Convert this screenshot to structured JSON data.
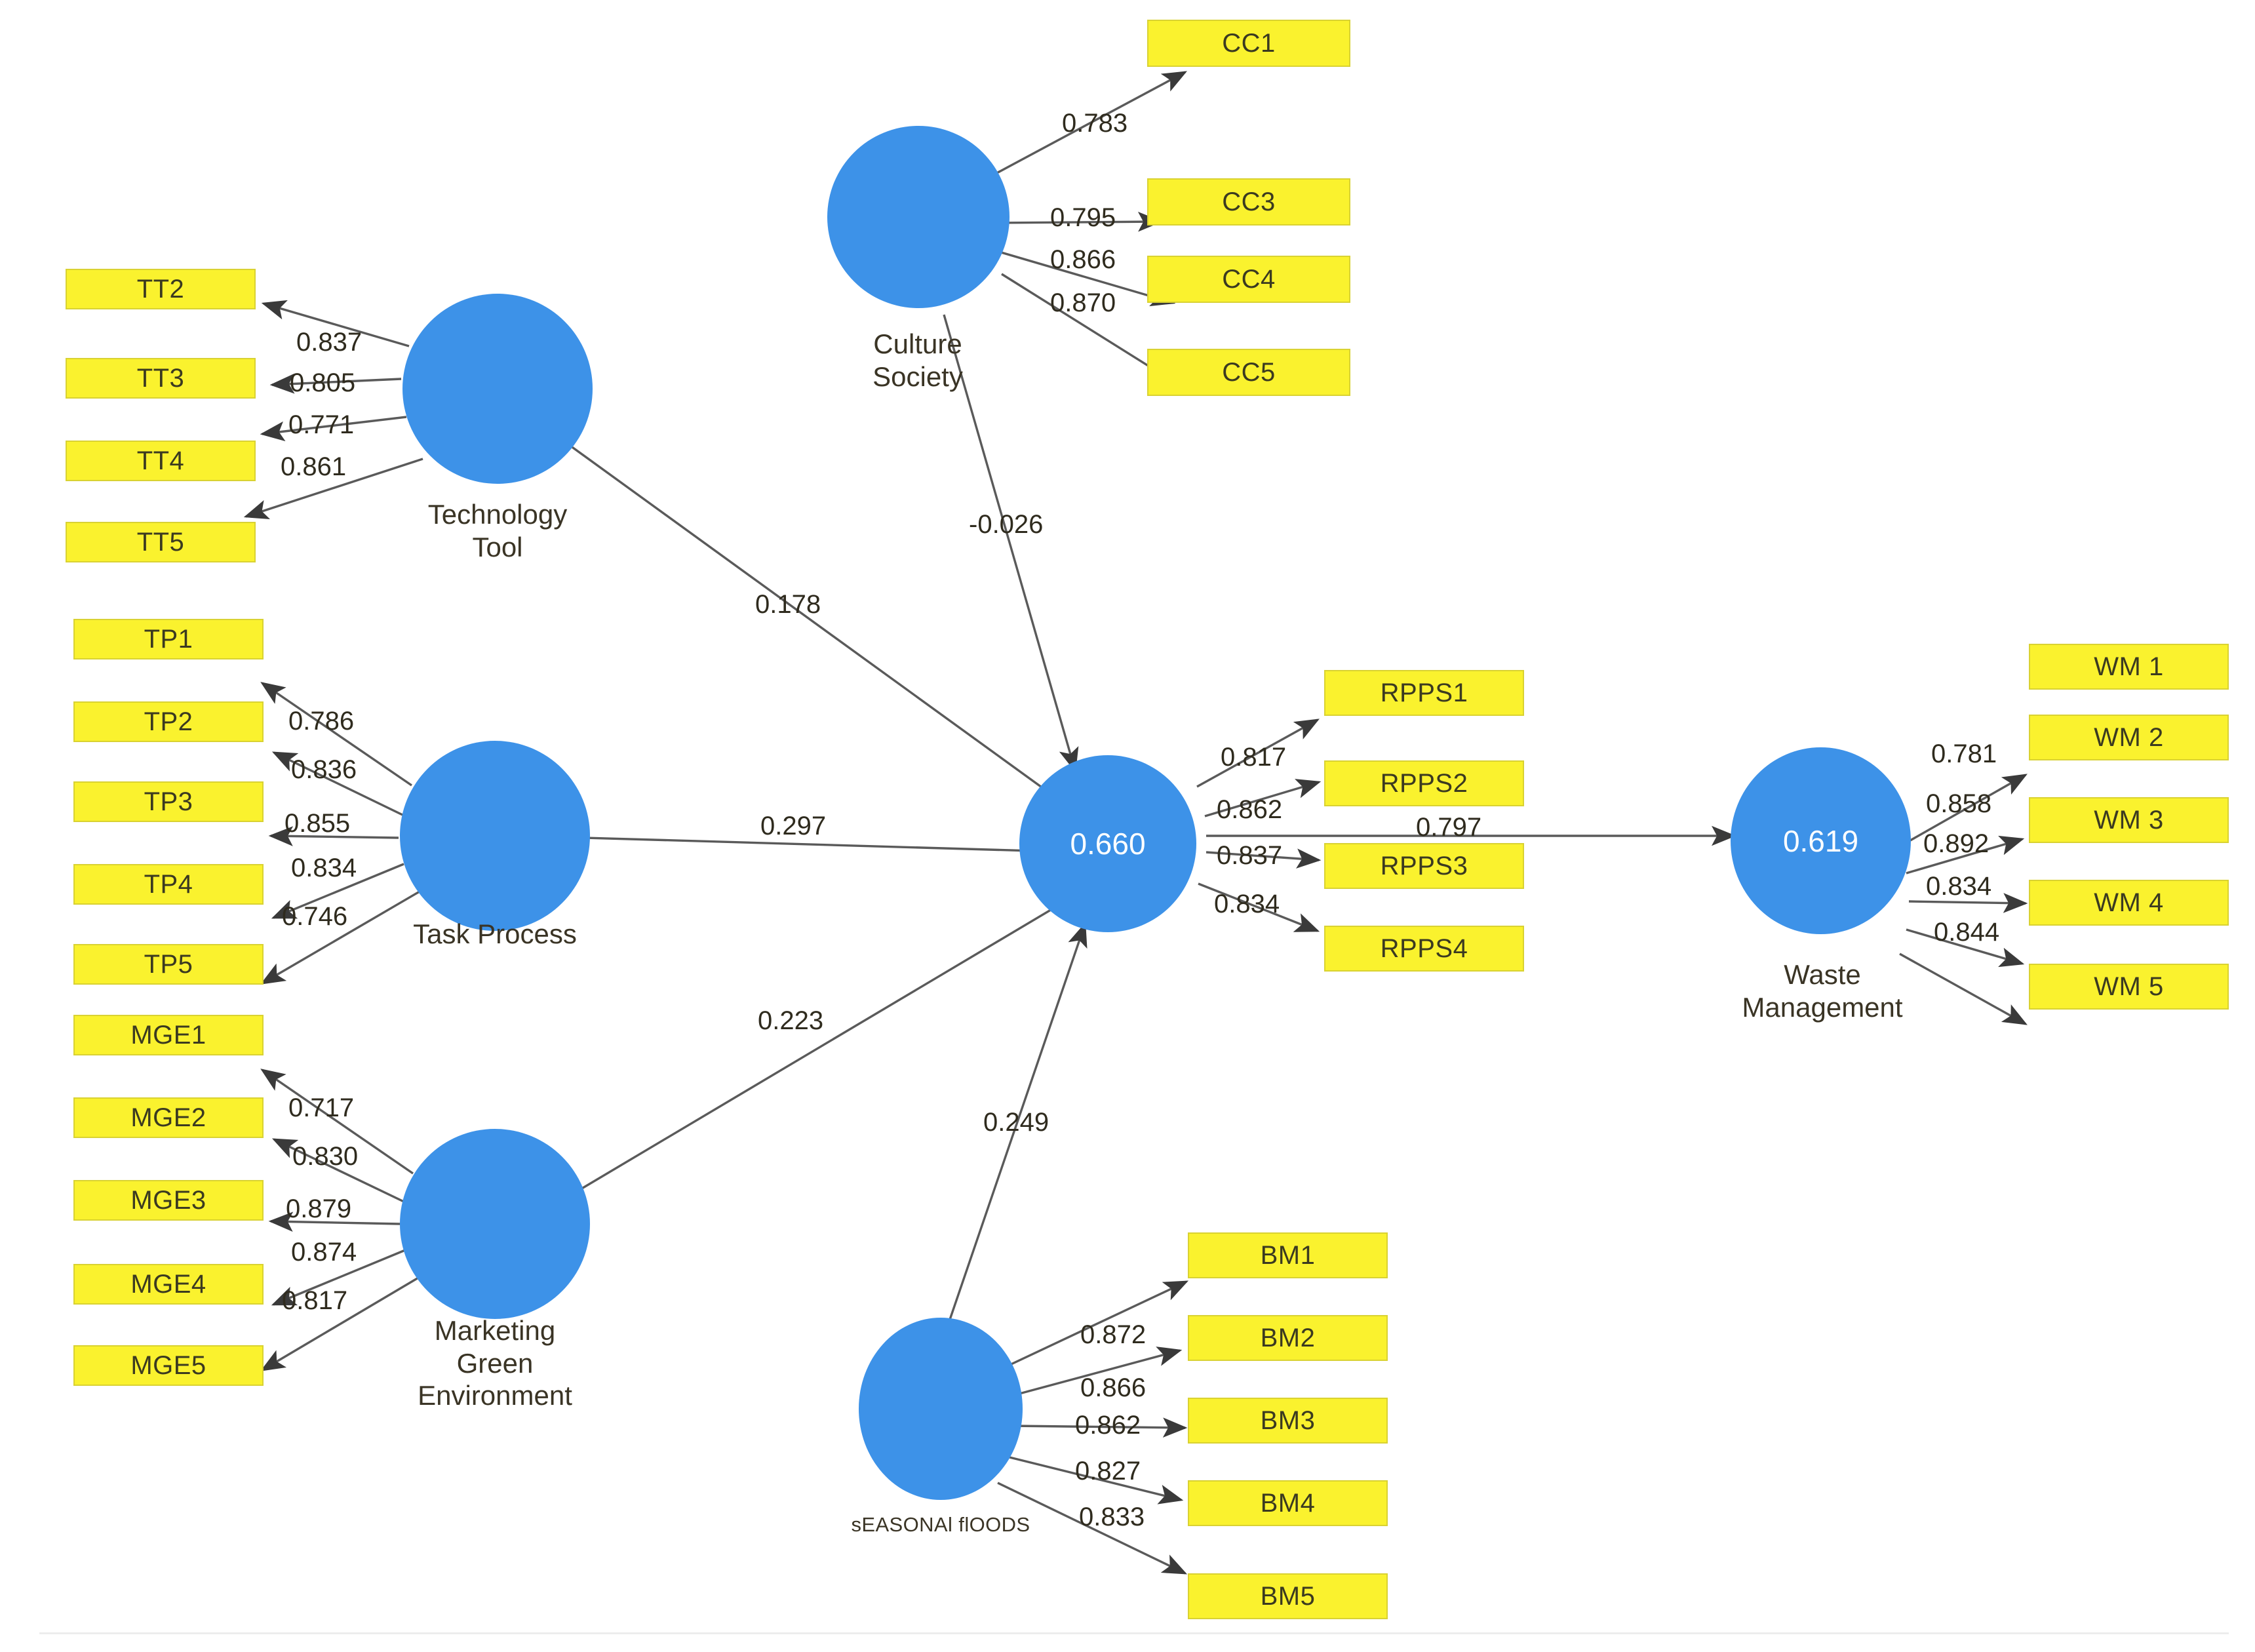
{
  "diagram": {
    "title": "PLS-SEM Path Model",
    "type": "structural-equation-path-diagram",
    "colors": {
      "latent_fill": "#3d92e8",
      "indicator_fill": "#faf22e",
      "indicator_border": "#d9d232",
      "edge": "#555555",
      "text": "#3a3425",
      "background": "#ffffff"
    }
  },
  "latents": [
    {
      "id": "TT",
      "label": "Technology\nTool",
      "value": ""
    },
    {
      "id": "TP",
      "label": "Task Process",
      "value": ""
    },
    {
      "id": "MGE",
      "label": "Marketing\nGreen\nEnvironment",
      "value": ""
    },
    {
      "id": "CC",
      "label": "Culture\nSociety",
      "value": ""
    },
    {
      "id": "SF",
      "label": "sEASONAl flOODS",
      "value": ""
    },
    {
      "id": "RPPS",
      "label": "",
      "value": "0.660"
    },
    {
      "id": "WM",
      "label": "Waste\nManagement",
      "value": "0.619"
    }
  ],
  "indicators": {
    "TT": [
      "TT2",
      "TT3",
      "TT4",
      "TT5"
    ],
    "TP": [
      "TP1",
      "TP2",
      "TP3",
      "TP4",
      "TP5"
    ],
    "MGE": [
      "MGE1",
      "MGE2",
      "MGE3",
      "MGE4",
      "MGE5"
    ],
    "CC": [
      "CC1",
      "CC3",
      "CC4",
      "CC5"
    ],
    "RPPS": [
      "RPPS1",
      "RPPS2",
      "RPPS3",
      "RPPS4"
    ],
    "WM": [
      "WM 1",
      "WM 2",
      "WM 3",
      "WM 4",
      "WM 5"
    ],
    "SF": [
      "BM1",
      "BM2",
      "BM3",
      "BM4",
      "BM5"
    ]
  },
  "loadings": {
    "TT": [
      "0.837",
      "0.805",
      "0.771",
      "0.861"
    ],
    "TP": [
      "0.786",
      "0.836",
      "0.855",
      "0.834",
      "0.746"
    ],
    "MGE": [
      "0.717",
      "0.830",
      "0.879",
      "0.874",
      "0.817"
    ],
    "CC": [
      "0.783",
      "0.795",
      "0.866",
      "0.870"
    ],
    "RPPS": [
      "0.817",
      "0.862",
      "0.837",
      "0.834"
    ],
    "WM": [
      "0.781",
      "0.858",
      "0.892",
      "0.834",
      "0.844"
    ],
    "SF": [
      "0.872",
      "0.866",
      "0.862",
      "0.827",
      "0.833"
    ]
  },
  "paths": [
    {
      "from": "TT",
      "to": "RPPS",
      "coefficient": "0.178"
    },
    {
      "from": "TP",
      "to": "RPPS",
      "coefficient": "0.297"
    },
    {
      "from": "MGE",
      "to": "RPPS",
      "coefficient": "0.223"
    },
    {
      "from": "CC",
      "to": "RPPS",
      "coefficient": "-0.026"
    },
    {
      "from": "SF",
      "to": "RPPS",
      "coefficient": "0.249"
    },
    {
      "from": "RPPS",
      "to": "WM",
      "coefficient": "0.797"
    }
  ],
  "r_squared": {
    "RPPS": "0.660",
    "WM": "0.619"
  },
  "chart_data": {
    "type": "diagram",
    "title": "PLS-SEM Path Model",
    "nodes": [
      {
        "id": "TT",
        "kind": "latent",
        "label": "Technology Tool"
      },
      {
        "id": "TP",
        "kind": "latent",
        "label": "Task Process"
      },
      {
        "id": "MGE",
        "kind": "latent",
        "label": "Marketing Green Environment"
      },
      {
        "id": "CC",
        "kind": "latent",
        "label": "Culture Society"
      },
      {
        "id": "SF",
        "kind": "latent",
        "label": "sEASONAl flOODS"
      },
      {
        "id": "RPPS",
        "kind": "latent",
        "label": "",
        "r2": 0.66
      },
      {
        "id": "WM",
        "kind": "latent",
        "label": "Waste Management",
        "r2": 0.619
      }
    ],
    "measurement_model": [
      {
        "latent": "TT",
        "indicator": "TT2",
        "loading": 0.837
      },
      {
        "latent": "TT",
        "indicator": "TT3",
        "loading": 0.805
      },
      {
        "latent": "TT",
        "indicator": "TT4",
        "loading": 0.771
      },
      {
        "latent": "TT",
        "indicator": "TT5",
        "loading": 0.861
      },
      {
        "latent": "TP",
        "indicator": "TP1",
        "loading": 0.786
      },
      {
        "latent": "TP",
        "indicator": "TP2",
        "loading": 0.836
      },
      {
        "latent": "TP",
        "indicator": "TP3",
        "loading": 0.855
      },
      {
        "latent": "TP",
        "indicator": "TP4",
        "loading": 0.834
      },
      {
        "latent": "TP",
        "indicator": "TP5",
        "loading": 0.746
      },
      {
        "latent": "MGE",
        "indicator": "MGE1",
        "loading": 0.717
      },
      {
        "latent": "MGE",
        "indicator": "MGE2",
        "loading": 0.83
      },
      {
        "latent": "MGE",
        "indicator": "MGE3",
        "loading": 0.879
      },
      {
        "latent": "MGE",
        "indicator": "MGE4",
        "loading": 0.874
      },
      {
        "latent": "MGE",
        "indicator": "MGE5",
        "loading": 0.817
      },
      {
        "latent": "CC",
        "indicator": "CC1",
        "loading": 0.783
      },
      {
        "latent": "CC",
        "indicator": "CC3",
        "loading": 0.795
      },
      {
        "latent": "CC",
        "indicator": "CC4",
        "loading": 0.866
      },
      {
        "latent": "CC",
        "indicator": "CC5",
        "loading": 0.87
      },
      {
        "latent": "RPPS",
        "indicator": "RPPS1",
        "loading": 0.817
      },
      {
        "latent": "RPPS",
        "indicator": "RPPS2",
        "loading": 0.862
      },
      {
        "latent": "RPPS",
        "indicator": "RPPS3",
        "loading": 0.837
      },
      {
        "latent": "RPPS",
        "indicator": "RPPS4",
        "loading": 0.834
      },
      {
        "latent": "WM",
        "indicator": "WM 1",
        "loading": 0.781
      },
      {
        "latent": "WM",
        "indicator": "WM 2",
        "loading": 0.858
      },
      {
        "latent": "WM",
        "indicator": "WM 3",
        "loading": 0.892
      },
      {
        "latent": "WM",
        "indicator": "WM 4",
        "loading": 0.834
      },
      {
        "latent": "WM",
        "indicator": "WM 5",
        "loading": 0.844
      },
      {
        "latent": "SF",
        "indicator": "BM1",
        "loading": 0.872
      },
      {
        "latent": "SF",
        "indicator": "BM2",
        "loading": 0.866
      },
      {
        "latent": "SF",
        "indicator": "BM3",
        "loading": 0.862
      },
      {
        "latent": "SF",
        "indicator": "BM4",
        "loading": 0.827
      },
      {
        "latent": "SF",
        "indicator": "BM5",
        "loading": 0.833
      }
    ],
    "structural_model": [
      {
        "from": "TT",
        "to": "RPPS",
        "beta": 0.178
      },
      {
        "from": "TP",
        "to": "RPPS",
        "beta": 0.297
      },
      {
        "from": "MGE",
        "to": "RPPS",
        "beta": 0.223
      },
      {
        "from": "CC",
        "to": "RPPS",
        "beta": -0.026
      },
      {
        "from": "SF",
        "to": "RPPS",
        "beta": 0.249
      },
      {
        "from": "RPPS",
        "to": "WM",
        "beta": 0.797
      }
    ]
  }
}
